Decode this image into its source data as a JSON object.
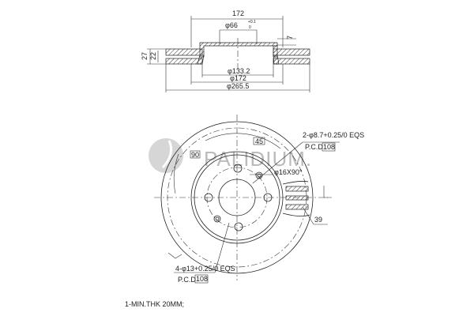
{
  "top_view": {
    "width_dim": "172",
    "bore_dim": "φ66",
    "bore_tol_upper": "+0.1",
    "bore_tol_lower": "0",
    "hat_thickness": "7",
    "total_thickness": "27",
    "disc_thickness": "22",
    "inner_dia": "φ133.2",
    "hat_dia": "φ172",
    "outer_dia": "φ265.5"
  },
  "front_view": {
    "angle_45": "45",
    "angle_90": "90",
    "small_holes": "2-φ8.7+0.25/0 EQS",
    "small_holes_pcd_label": "P.C.D",
    "small_holes_pcd": "108",
    "chamfer": "φ16X90°",
    "bolt_holes": "4-φ13+0.25/0 EQS",
    "bolt_holes_pcd_label": "P.C.D",
    "bolt_holes_pcd": "108",
    "vane_dim": "39"
  },
  "watermark": "PALIDIUM.",
  "notes": [
    "1-MIN.THK 20MM;"
  ]
}
